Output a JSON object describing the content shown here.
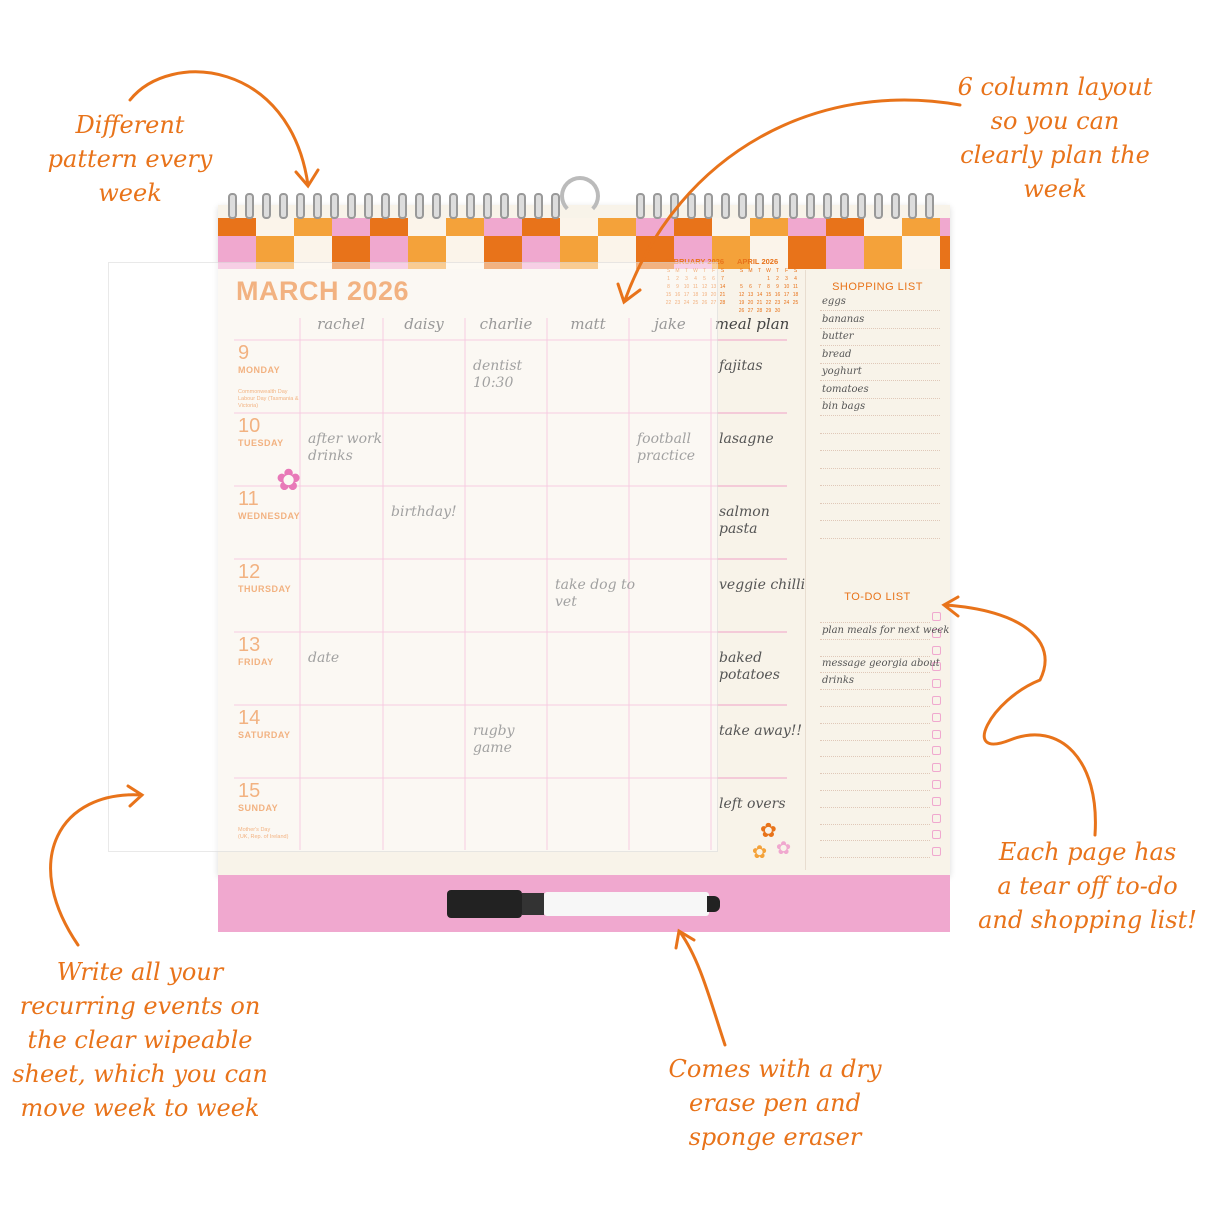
{
  "calendar": {
    "month_title": "MARCH 2026",
    "columns": [
      "rachel",
      "daisy",
      "charlie",
      "matt",
      "jake",
      "meal plan"
    ],
    "days": [
      {
        "num": "9",
        "name": "MONDAY",
        "holiday": "Commonwealth Day\nLabour Day (Tasmania & Victoria)"
      },
      {
        "num": "10",
        "name": "TUESDAY",
        "holiday": ""
      },
      {
        "num": "11",
        "name": "WEDNESDAY",
        "holiday": ""
      },
      {
        "num": "12",
        "name": "THURSDAY",
        "holiday": ""
      },
      {
        "num": "13",
        "name": "FRIDAY",
        "holiday": ""
      },
      {
        "num": "14",
        "name": "SATURDAY",
        "holiday": ""
      },
      {
        "num": "15",
        "name": "SUNDAY",
        "holiday": "Mother's Day\n(UK, Rep. of Ireland)"
      }
    ],
    "entries": [
      {
        "day": 0,
        "col": 2,
        "text": "dentist\n10:30"
      },
      {
        "day": 0,
        "col": 5,
        "text": "fajitas"
      },
      {
        "day": 1,
        "col": 0,
        "text": "after work\ndrinks"
      },
      {
        "day": 1,
        "col": 4,
        "text": "football\npractice"
      },
      {
        "day": 1,
        "col": 5,
        "text": "lasagne"
      },
      {
        "day": 2,
        "col": 1,
        "text": "birthday!"
      },
      {
        "day": 2,
        "col": 5,
        "text": "salmon\npasta"
      },
      {
        "day": 3,
        "col": 3,
        "text": "take dog to\nvet"
      },
      {
        "day": 3,
        "col": 5,
        "text": "veggie chilli"
      },
      {
        "day": 4,
        "col": 0,
        "text": "date"
      },
      {
        "day": 4,
        "col": 5,
        "text": "baked\npotatoes"
      },
      {
        "day": 5,
        "col": 2,
        "text": "rugby\ngame"
      },
      {
        "day": 5,
        "col": 5,
        "text": "take away!!"
      },
      {
        "day": 6,
        "col": 5,
        "text": "left overs"
      }
    ],
    "mini_calendars": [
      {
        "title": "FEBRUARY 2026",
        "weekdays": [
          "S",
          "M",
          "T",
          "W",
          "T",
          "F",
          "S"
        ],
        "start": 0,
        "days": 28
      },
      {
        "title": "APRIL 2026",
        "weekdays": [
          "S",
          "M",
          "T",
          "W",
          "T",
          "F",
          "S"
        ],
        "start": 3,
        "days": 30
      }
    ],
    "shopping_list": {
      "title": "SHOPPING LIST",
      "items": [
        "eggs",
        "bananas",
        "butter",
        "bread",
        "yoghurt",
        "tomatoes",
        "bin bags"
      ]
    },
    "todo_list": {
      "title": "TO-DO LIST",
      "items": [
        "plan meals for next week",
        "message georgia about\ndrinks"
      ]
    }
  },
  "annotations": {
    "pattern": "Different\npattern every\nweek",
    "columns": "6 column layout\nso you can\nclearly plan the\nweek",
    "tear_off": "Each page has\na tear off to-do\nand shopping list!",
    "sheet": "Write all your\nrecurring events on\nthe clear wipeable\nsheet, which you can\nmove week to week",
    "pen": "Comes with a dry\nerase pen and\nsponge eraser"
  },
  "colors": {
    "orange": "#e8731a",
    "light_orange": "#f4a23a",
    "pink": "#f0a8cf",
    "cream": "#f8f3e9",
    "grid_pink": "#f0a0c8"
  }
}
